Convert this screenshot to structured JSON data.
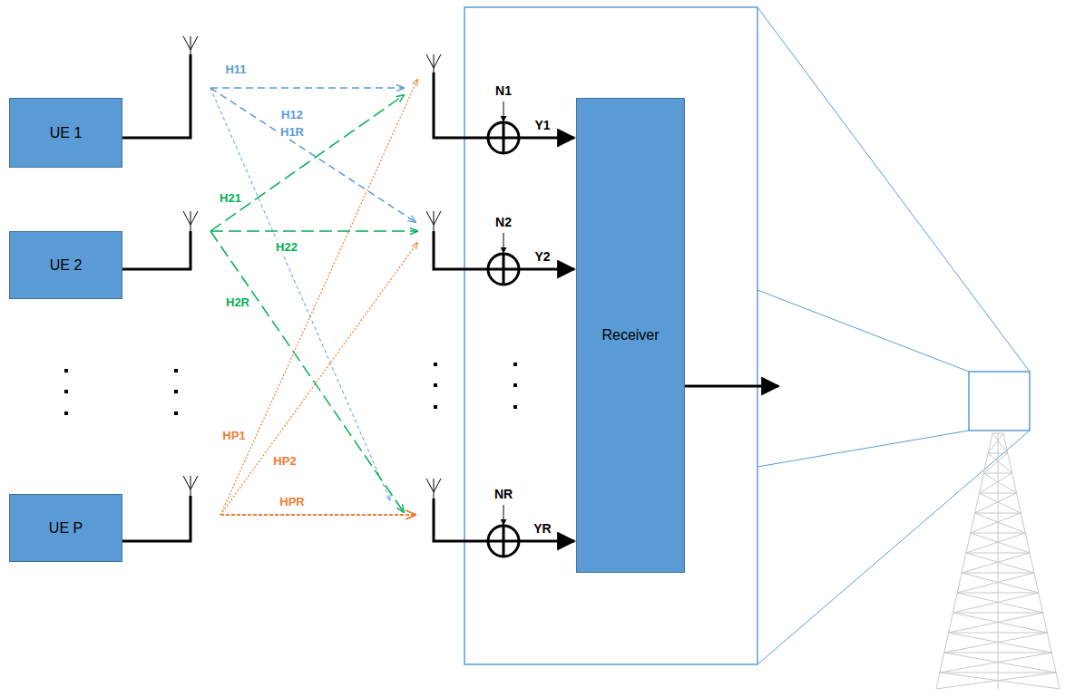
{
  "diagram": {
    "nodes": [
      {
        "text": [
          "UE 1"
        ]
      },
      {
        "text": [
          "UE 2"
        ]
      },
      {
        "text": [
          "UE P"
        ]
      },
      {
        "text": [
          "Receiver"
        ]
      }
    ],
    "labels": [
      "H11",
      "H12",
      "H1R",
      "H21",
      "H22",
      "H2R",
      "HP1",
      "HP2",
      "HPR",
      "N1",
      "Y1",
      "N2",
      "Y2",
      "NR",
      "YR"
    ]
  }
}
